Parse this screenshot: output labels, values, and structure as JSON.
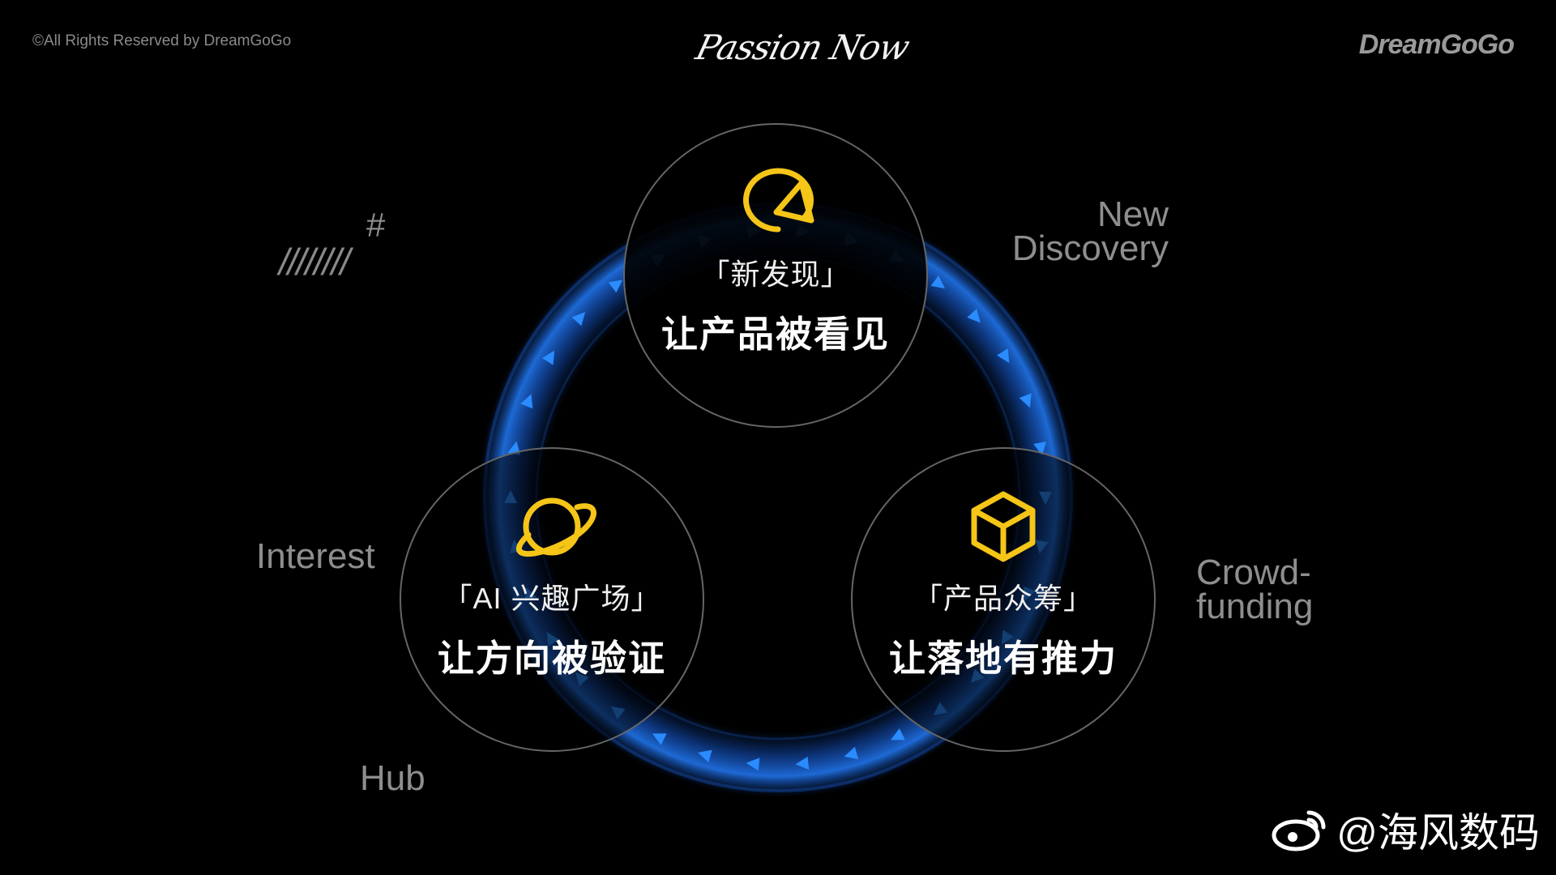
{
  "header": {
    "copyright": "©All Rights Reserved by DreamGoGo",
    "center_logo": "Passion Now",
    "brand": "DreamGoGo"
  },
  "decor": {
    "hash": "#",
    "slashes": "////////"
  },
  "labels": {
    "new_line1": "New",
    "new_line2": "Discovery",
    "crowd_line1": "Crowd-",
    "crowd_line2": "funding",
    "interest": "Interest",
    "hub": "Hub"
  },
  "nodes": {
    "top": {
      "title": "「新发现」",
      "subtitle": "让产品被看见",
      "icon": "megaphone-icon"
    },
    "left": {
      "title": "「AI 兴趣广场」",
      "subtitle": "让方向被验证",
      "icon": "planet-icon"
    },
    "right": {
      "title": "「产品众筹」",
      "subtitle": "让落地有推力",
      "icon": "cube-icon"
    }
  },
  "watermark": {
    "icon": "weibo-icon",
    "text": "@海风数码"
  },
  "colors": {
    "ring": "#1f6fe0",
    "arrow": "#2a8cff",
    "icon": "#f5c518",
    "circle_outline": "#6e6e6e"
  }
}
